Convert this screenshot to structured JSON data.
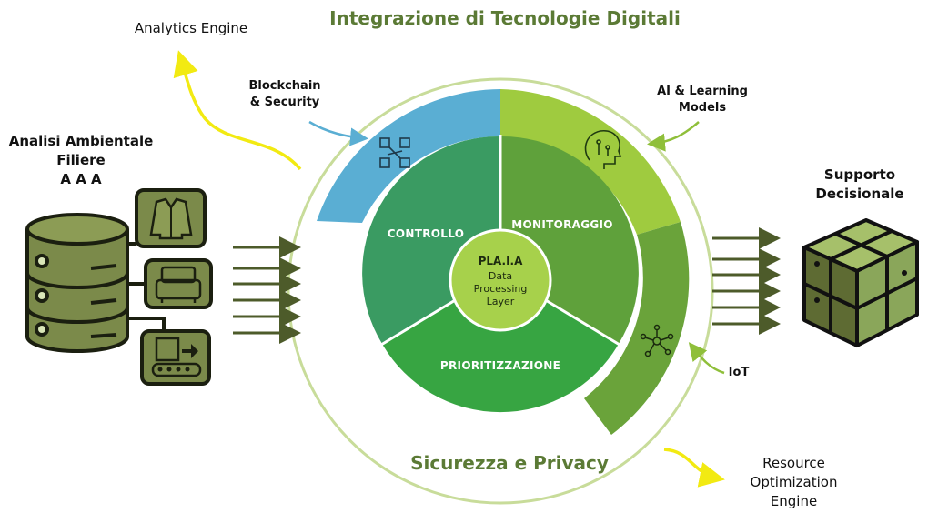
{
  "diagram": {
    "title": "Integrazione di Tecnologie Digitali",
    "bottom_title": "Sicurezza e Privacy",
    "left": {
      "heading_lines": [
        "Analisi Ambientale",
        "Filiere",
        "A A A"
      ]
    },
    "right": {
      "heading_lines": [
        "Supporto",
        "Decisionale"
      ]
    },
    "top_left_label": "Analytics Engine",
    "bottom_right_lines": [
      "Resource",
      "Optimization",
      "Engine"
    ],
    "ring_labels": {
      "blockchain_lines": [
        "Blockchain",
        "& Security"
      ],
      "ai_lines": [
        "AI & Learning",
        "Models"
      ],
      "iot": "IoT"
    },
    "segments": {
      "controllo": "CONTROLLO",
      "monitoraggio": "MONITORAGGIO",
      "prioritizzazione": "PRIORITIZZAZIONE"
    },
    "core": {
      "title": "PLA.I.A",
      "lines": [
        "Data",
        "Processing",
        "Layer"
      ]
    },
    "colors": {
      "title_green": "#5b7a35",
      "outer_circle": "#c8dc9a",
      "blue_arc": "#5aaed3",
      "lime_arc": "#9fcb3f",
      "green_arc": "#6aa33a",
      "controllo": "#3a9b62",
      "monitoraggio": "#5fa13b",
      "prioritizzazione": "#37a542",
      "core": "#a7d14b",
      "arrow": "#4d5b2a",
      "yellow": "#f2ea12",
      "db": "#7b8a4a"
    },
    "icons": [
      "database-icon",
      "jacket-icon",
      "sofa-icon",
      "conveyor-box-icon",
      "blockchain-icon",
      "ai-brain-icon",
      "iot-network-icon",
      "cube-icon"
    ]
  }
}
